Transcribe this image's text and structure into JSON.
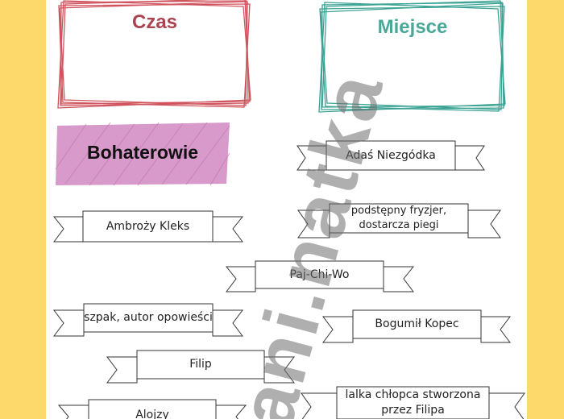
{
  "boxes": {
    "czas": {
      "title": "Czas",
      "color": "#d0535d"
    },
    "miejsce": {
      "title": "Miejsce",
      "color": "#3aa394"
    }
  },
  "heading": {
    "label": "Bohaterowie",
    "color": "#d38fc4"
  },
  "ribbons": [
    "Adaś Niezgódka",
    "Ambroży Kleks",
    "podstępny fryzjer, dostarcza piegi",
    "Paj-Chi-Wo",
    "szpak, autor opowieści",
    "Bogumił Kopec",
    "Filip",
    "lalka chłopca stworzona przez Filipa",
    "Alojzy"
  ],
  "watermark": "ani.natka",
  "colors": {
    "page": "#fcd96a",
    "sheet": "#ffffff"
  }
}
